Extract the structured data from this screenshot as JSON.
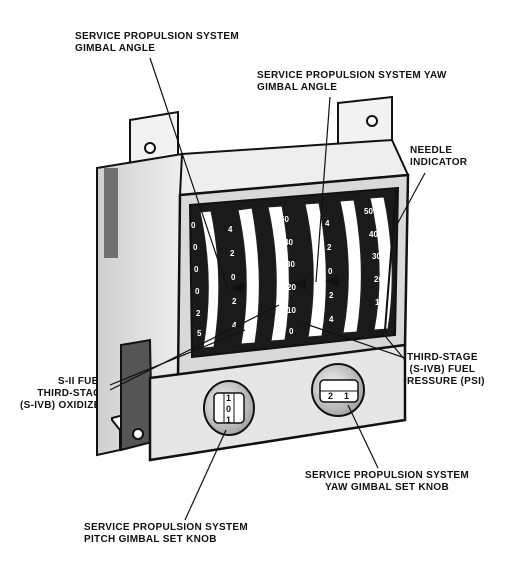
{
  "labels": {
    "sps_gimbal_angle": [
      "SERVICE PROPULSION SYSTEM",
      "GIMBAL ANGLE"
    ],
    "sps_yaw_gimbal_angle": [
      "SERVICE PROPULSION SYSTEM YAW",
      "GIMBAL ANGLE"
    ],
    "needle_indicator": [
      "NEEDLE",
      "INDICATOR"
    ],
    "sii_fuel": [
      "S-II FUEL,",
      "THIRD-STAGE",
      "(S-IVB) OXIDIZER"
    ],
    "third_stage_fuel_pressure": [
      "THIRD-STAGE",
      "(S-IVB) FUEL",
      "PRESSURE (PSI)"
    ],
    "yaw_set_knob": [
      "SERVICE PROPULSION SYSTEM",
      "YAW GIMBAL SET KNOB"
    ],
    "pitch_set_knob": [
      "SERVICE PROPULSION SYSTEM",
      "PITCH GIMBAL SET KNOB"
    ]
  },
  "scales": {
    "gimbal_ticks": [
      "4",
      "2",
      "0",
      "2",
      "4"
    ],
    "pressure_ticks": [
      "50",
      "40",
      "30",
      "20",
      "10",
      "0"
    ],
    "left_edge_ticks": [
      "0",
      "0",
      "0",
      "0",
      "2",
      "5"
    ]
  },
  "knobs": {
    "pitch_digits": [
      "1",
      "0",
      "1"
    ],
    "yaw_digits": [
      "2",
      "1"
    ]
  }
}
